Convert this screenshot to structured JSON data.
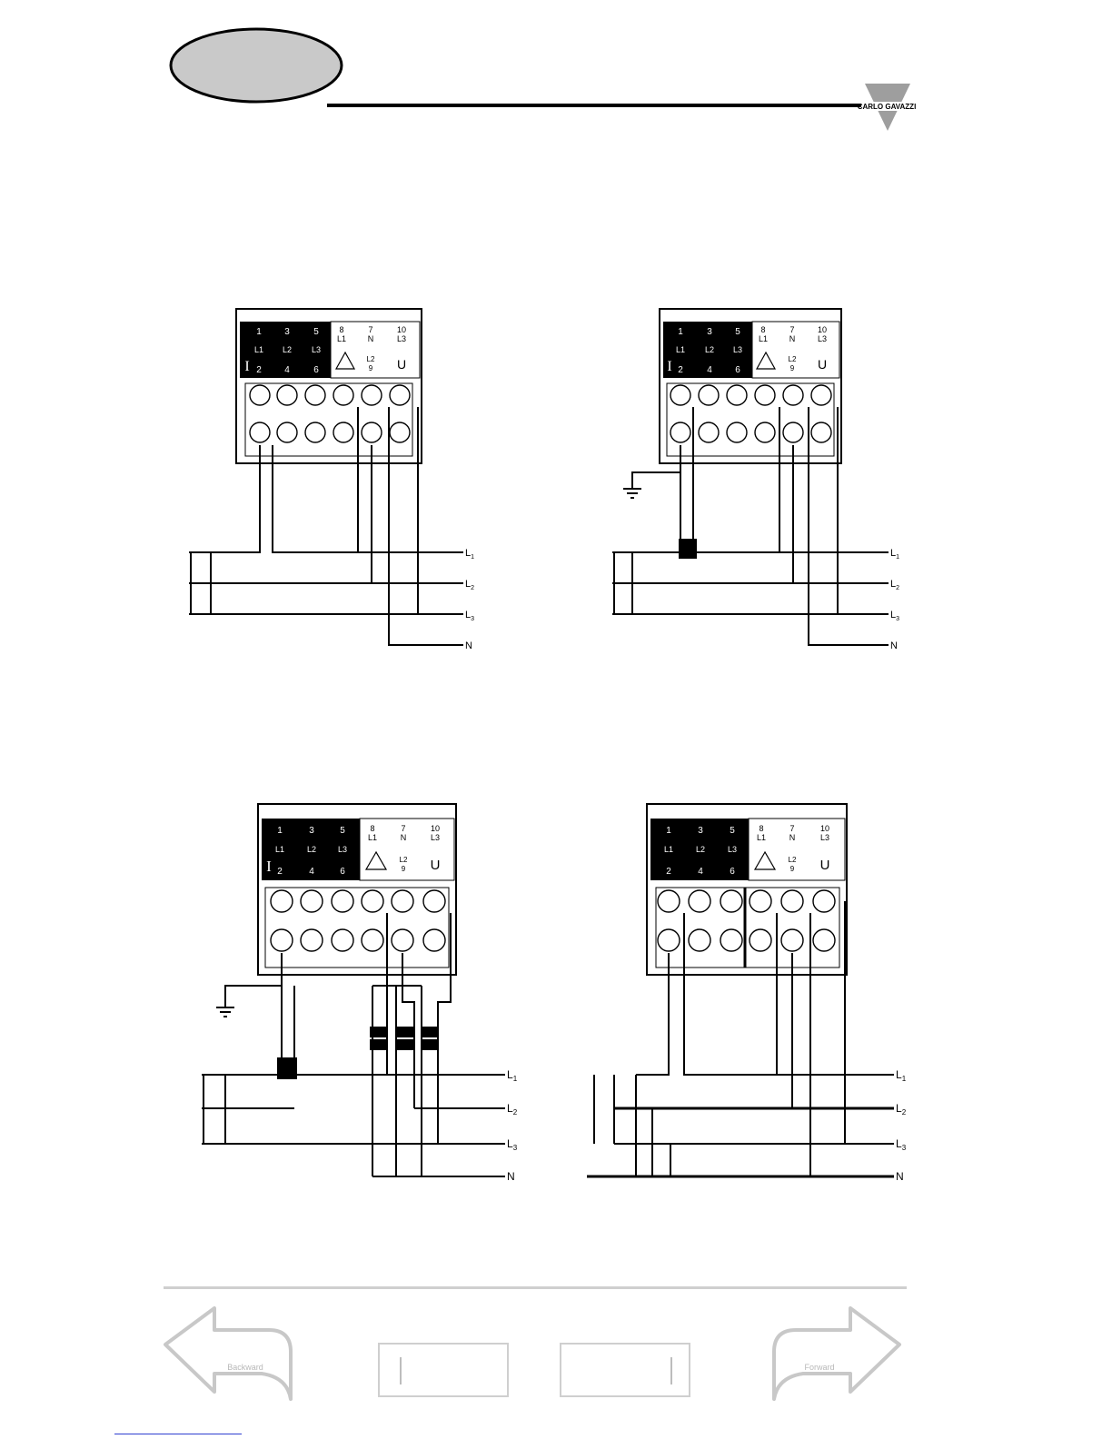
{
  "brand": {
    "name": "CARLO GAVAZZI"
  },
  "panel": {
    "current_terminals": [
      "1",
      "3",
      "5",
      "2",
      "4",
      "6"
    ],
    "phase_labels": [
      "L1",
      "L2",
      "L3"
    ],
    "current_symbol": "I",
    "voltage_terminals": [
      "8",
      "7",
      "10",
      "9"
    ],
    "voltage_labels": [
      "L1",
      "N",
      "L3",
      "L2"
    ],
    "voltage_symbol": "U"
  },
  "lines": [
    "L",
    "L",
    "L",
    "N"
  ],
  "line_subscripts": [
    "1",
    "2",
    "3"
  ],
  "nav": {
    "backward_label": "Backward",
    "forward_label": "Forward"
  },
  "colors": {
    "ink": "#000000",
    "nav": "#c8c8c8",
    "header_ellipse": "#c9c9c9",
    "link": "#2e3fd0"
  }
}
